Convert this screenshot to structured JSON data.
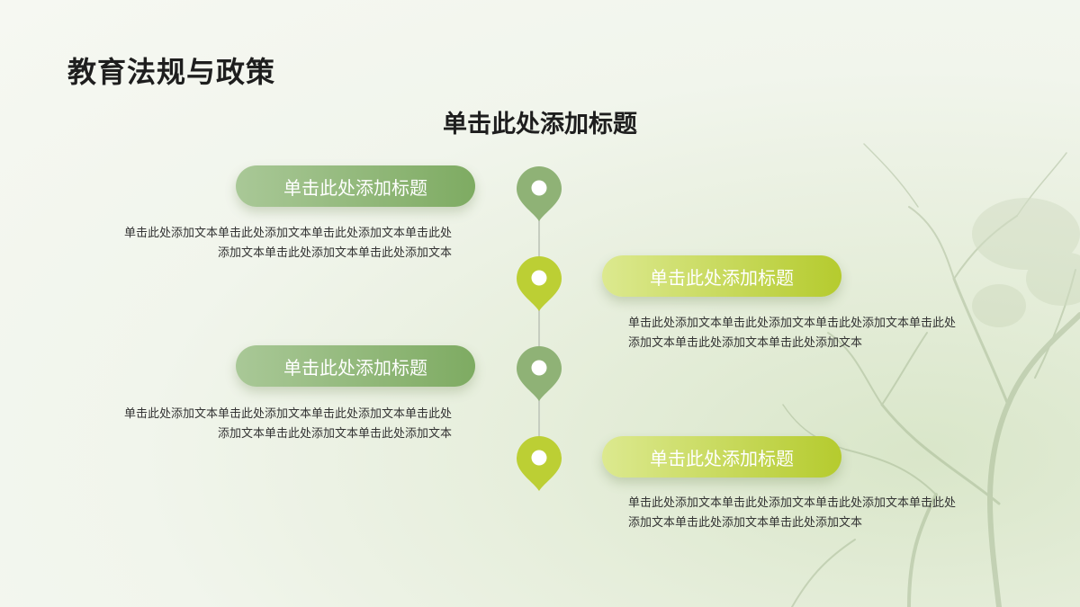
{
  "header": {
    "page_title": "教育法规与政策",
    "sub_title": "单击此处添加标题"
  },
  "timeline": {
    "items": [
      {
        "title": "单击此处添加标题",
        "text_line1": "单击此处添加文本单击此处添加文本单击此处添加文本单击此处",
        "text_line2": "添加文本单击此处添加文本单击此处添加文本",
        "color": "#7eab62"
      },
      {
        "title": "单击此处添加标题",
        "text_line1": "单击此处添加文本单击此处添加文本单击此处添加文本单击此处",
        "text_line2": "添加文本单击此处添加文本单击此处添加文本",
        "color": "#b5cb2e"
      },
      {
        "title": "单击此处添加标题",
        "text_line1": "单击此处添加文本单击此处添加文本单击此处添加文本单击此处",
        "text_line2": "添加文本单击此处添加文本单击此处添加文本",
        "color": "#7eab62"
      },
      {
        "title": "单击此处添加标题",
        "text_line1": "单击此处添加文本单击此处添加文本单击此处添加文本单击此处",
        "text_line2": "添加文本单击此处添加文本单击此处添加文本",
        "color": "#b5cb2e"
      }
    ]
  }
}
